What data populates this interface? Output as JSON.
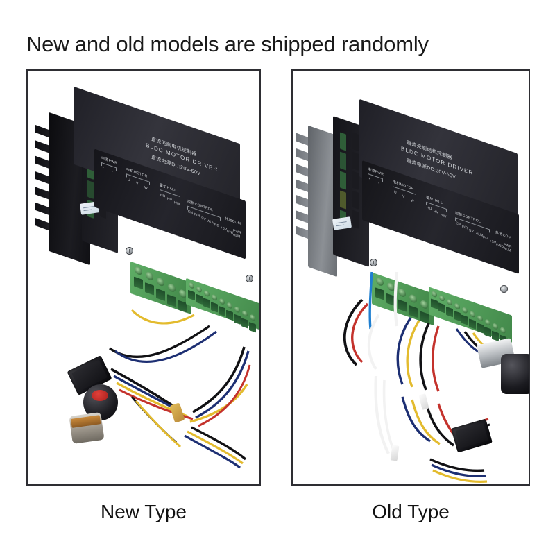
{
  "heading": "New and old models are shipped randomly",
  "panels": [
    {
      "id": "new",
      "caption": "New Type",
      "device": {
        "brand_cn": "直流无刷电机控制器",
        "brand_en": "BLDC MOTOR DRIVER",
        "voltage_cn": "直流电源DC:20V-50V",
        "heatsink_color": "#151519",
        "heatsink_finish": "black-anodized",
        "terminal_color": "#4f9a57",
        "groups": [
          {
            "label_cn": "电源",
            "label_en": "PWR",
            "pins": [
              "+",
              "-"
            ]
          },
          {
            "label_cn": "电机",
            "label_en": "MOTOR",
            "pins": [
              "U",
              "V",
              "W"
            ]
          },
          {
            "label_cn": "霍尔",
            "label_en": "HALL",
            "pins": [
              "HU",
              "HV",
              "HW"
            ]
          },
          {
            "label_cn": "控制",
            "label_en": "CONTROL",
            "pins": [
              "EN",
              "F/R",
              "SV",
              "ALM",
              "PG",
              "BRK",
              "+5V",
              "GND"
            ]
          },
          {
            "label_cn": "共地",
            "label_en": "COM",
            "pins": [
              "PWR",
              "ALM"
            ]
          }
        ],
        "sticker": "qc-label",
        "wire_colors": [
          "#c4322c",
          "#1d2f73",
          "#e3bb2e",
          "#111114"
        ],
        "tie_color": "#c79a3e",
        "knob_color": "#17171c",
        "knob_mark_color": "#b8231e",
        "switch": "rocker-switch",
        "pot_body": "brass-bakelite"
      }
    },
    {
      "id": "old",
      "caption": "Old Type",
      "device": {
        "brand_cn": "直流无刷电机控制器",
        "brand_en": "BLDC MOTOR DRIVER",
        "voltage_cn": "直流电源DC:20V-50V",
        "heatsink_color": "#8d9094",
        "heatsink_finish": "raw-aluminium",
        "terminal_color": "#4f9a57",
        "groups": [
          {
            "label_cn": "电源",
            "label_en": "PWR",
            "pins": [
              "+",
              "-"
            ]
          },
          {
            "label_cn": "电机",
            "label_en": "MOTOR",
            "pins": [
              "U",
              "V",
              "W"
            ]
          },
          {
            "label_cn": "霍尔",
            "label_en": "HALL",
            "pins": [
              "HU",
              "HV",
              "HW"
            ]
          },
          {
            "label_cn": "控制",
            "label_en": "CONTROL",
            "pins": [
              "EN",
              "F/R",
              "SV",
              "ALM",
              "PG",
              "BRK",
              "+5V",
              "GND"
            ]
          },
          {
            "label_cn": "共地",
            "label_en": "COM",
            "pins": [
              "PWR",
              "ALM"
            ]
          }
        ],
        "sticker": "qc-label",
        "wire_colors": [
          "#c4322c",
          "#1d2f73",
          "#e3bb2e",
          "#111114",
          "#1f7fd0",
          "#f2f2f2"
        ],
        "tie_color": "#f0f0f0",
        "knob_color": "#17171c",
        "knob_mark_color": "#b8231e",
        "switch": "rocker-switch",
        "pot_body": "chrome-plated"
      }
    }
  ],
  "colors": {
    "background": "#ffffff",
    "panel_border": "#2e2e33",
    "text": "#1a1a1a",
    "terminal_green": "#4f9a57",
    "silkscreen": "#cfd2d6"
  }
}
